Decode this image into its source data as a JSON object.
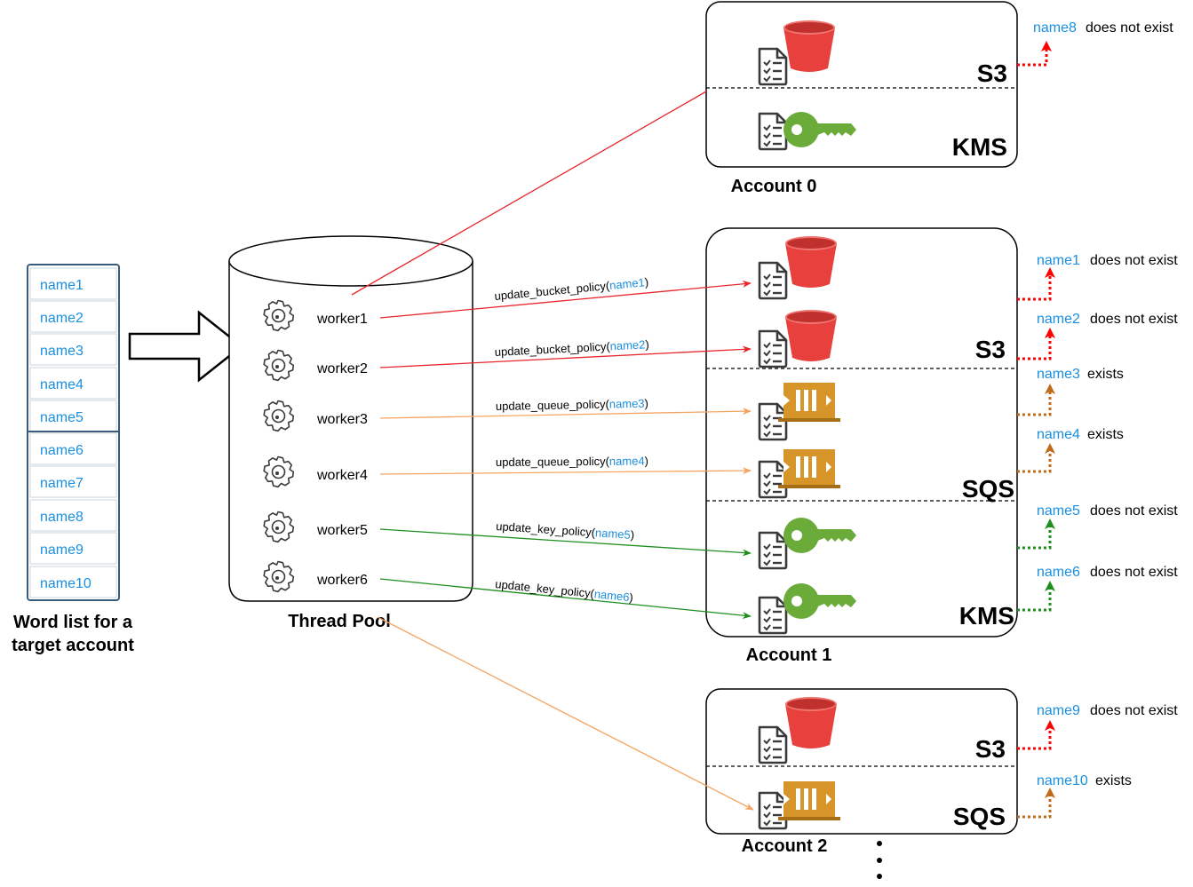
{
  "colors": {
    "blue_text": "#1a8fe0",
    "red": "#e8262b",
    "s3_red": "#e8403c",
    "orange": "#f4a460",
    "green": "#1e8f1e",
    "kms_green": "#6aab3a",
    "sqs_orange": "#d79529",
    "dark_orange": "#c06a1a",
    "dashed_red": "#ff0000",
    "border": "#333333"
  },
  "word_list": {
    "names": [
      "name1",
      "name2",
      "name3",
      "name4",
      "name5",
      "name6",
      "name7",
      "name8",
      "name9",
      "name10"
    ],
    "caption_line1": "Word list for a",
    "caption_line2": "target account"
  },
  "thread_pool": {
    "label": "Thread Pool",
    "workers": [
      "worker1",
      "worker2",
      "worker3",
      "worker4",
      "worker5",
      "worker6"
    ]
  },
  "calls": [
    {
      "fn": "update_bucket_policy(",
      "name": "name1",
      "close": ")"
    },
    {
      "fn": "update_bucket_policy(",
      "name": "name2",
      "close": ")"
    },
    {
      "fn": "update_queue_policy(",
      "name": "name3",
      "close": ")"
    },
    {
      "fn": "update_queue_policy(",
      "name": "name4",
      "close": ")"
    },
    {
      "fn": "update_key_policy(",
      "name": "name5",
      "close": ")"
    },
    {
      "fn": "update_key_policy(",
      "name": "name6",
      "close": ")"
    }
  ],
  "accounts": {
    "account0": {
      "label": "Account 0",
      "services": [
        "S3",
        "KMS"
      ]
    },
    "account1": {
      "label": "Account 1",
      "services": [
        "S3",
        "SQS",
        "KMS"
      ]
    },
    "account2": {
      "label": "Account 2",
      "services": [
        "S3",
        "SQS"
      ]
    }
  },
  "results": [
    {
      "name": "name8",
      "status": "does not exist",
      "kind": "red"
    },
    {
      "name": "name1",
      "status": "does not exist",
      "kind": "red"
    },
    {
      "name": "name2",
      "status": "does not exist",
      "kind": "red"
    },
    {
      "name": "name3",
      "status": "exists",
      "kind": "brown"
    },
    {
      "name": "name4",
      "status": "exists",
      "kind": "brown"
    },
    {
      "name": "name5",
      "status": "does not exist",
      "kind": "green"
    },
    {
      "name": "name6",
      "status": "does not exist",
      "kind": "green"
    },
    {
      "name": "name9",
      "status": "does not exist",
      "kind": "red"
    },
    {
      "name": "name10",
      "status": "exists",
      "kind": "brown"
    }
  ]
}
